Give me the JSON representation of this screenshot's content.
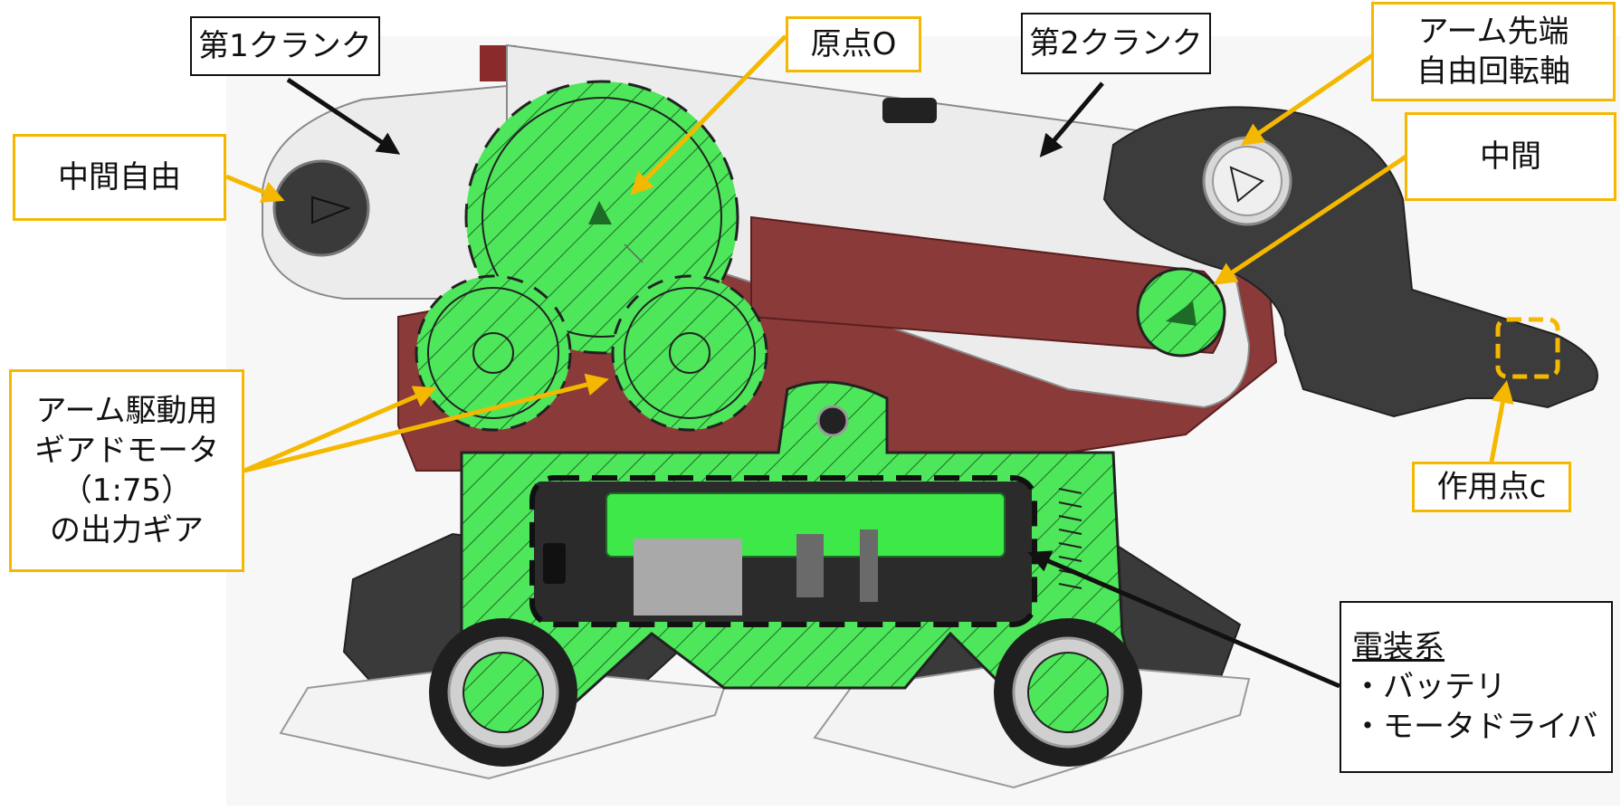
{
  "labels": {
    "crank1": "第1クランク",
    "origin": "原点O",
    "crank2": "第2クランク",
    "arm_tip": [
      "アーム先端",
      "自由回転軸"
    ],
    "middle_free": "中間自由",
    "middle": "中間",
    "gear_motor": [
      "アーム駆動用",
      "ギアドモータ",
      "（1:75）",
      "の出力ギア"
    ],
    "action_point": "作用点c",
    "electrical": {
      "title": "電装系",
      "items": [
        "・バッテリ",
        "・モータドライバ"
      ]
    }
  },
  "colors": {
    "gear_green": "#4ee65a",
    "body_red": "#8b3a3a",
    "crank_white": "#ececec",
    "dark_part": "#3c3c3c",
    "orange_callout": "#f5b800",
    "black_callout": "#111111"
  }
}
